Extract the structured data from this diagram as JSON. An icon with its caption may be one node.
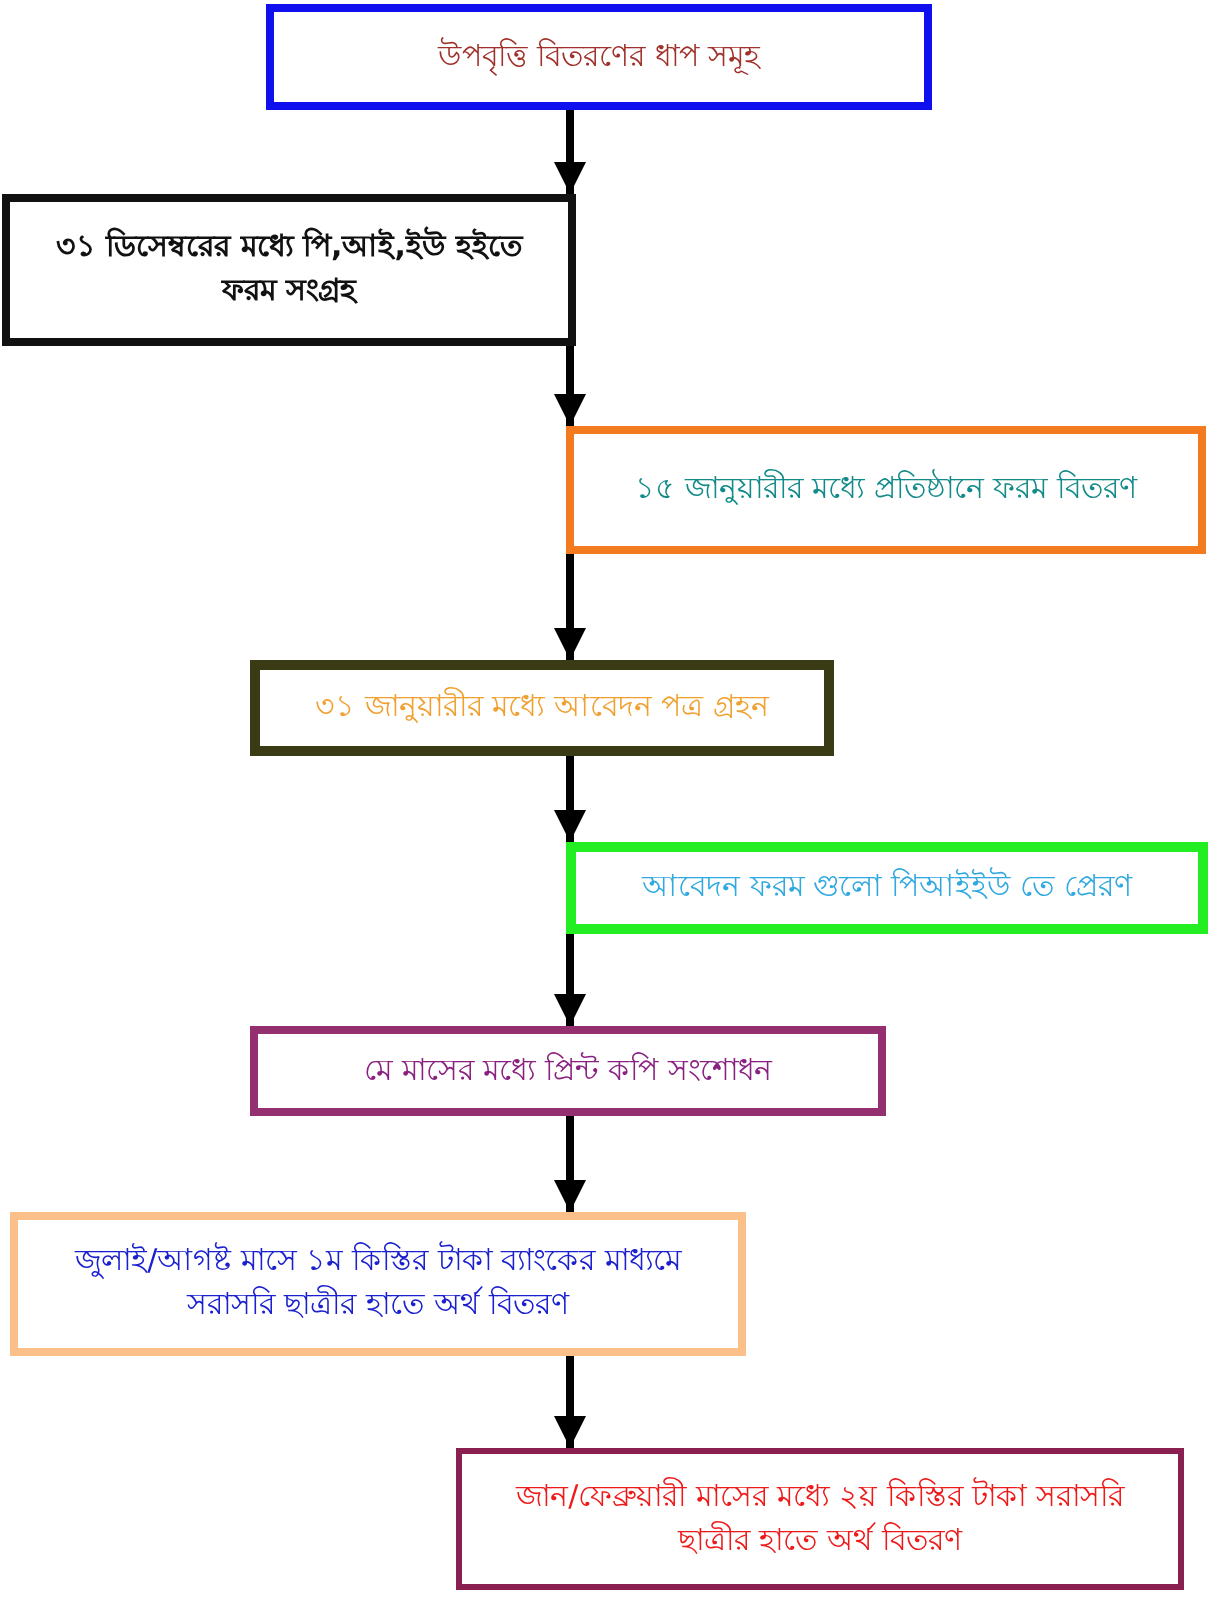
{
  "diagram": {
    "nodes": [
      {
        "text": [
          "উপবৃত্তি বিতরণের ধাপ সমূহ"
        ]
      },
      {
        "text": [
          "৩১ ডিসেম্বরের মধ্যে পি,আই,ইউ হইতে ফরম সংগ্রহ"
        ]
      },
      {
        "text": [
          "১৫ জানুয়ারীর মধ্যে প্রতিষ্ঠানে ফরম বিতরণ"
        ]
      },
      {
        "text": [
          "৩১ জানুয়ারীর মধ্যে আবেদন পত্র গ্রহন"
        ]
      },
      {
        "text": [
          "আবেদন ফরম গুলো পিআইইউ তে প্রেরণ"
        ]
      },
      {
        "text": [
          "মে মাসের মধ্যে প্রিন্ট কপি সংশোধন"
        ]
      },
      {
        "text": [
          "জুলাই/আগষ্ট মাসে ১ম কিস্তির টাকা ব্যাংকের মাধ্যমে সরাসরি ছাত্রীর হাতে অর্থ বিতরণ"
        ]
      },
      {
        "text": [
          "জান/ফেব্রুয়ারী মাসের মধ্যে ২য় কিস্তির টাকা সরাসরি ছাত্রীর হাতে অর্থ বিতরণ"
        ]
      }
    ],
    "edges": [
      {
        "from": 0,
        "to": 1,
        "arrow": "to"
      },
      {
        "from": 1,
        "to": 2,
        "arrow": "to"
      },
      {
        "from": 2,
        "to": 3,
        "arrow": "to"
      },
      {
        "from": 3,
        "to": 4,
        "arrow": "to"
      },
      {
        "from": 4,
        "to": 5,
        "arrow": "to"
      },
      {
        "from": 5,
        "to": 6,
        "arrow": "to"
      },
      {
        "from": 6,
        "to": 7,
        "arrow": "to"
      }
    ]
  }
}
